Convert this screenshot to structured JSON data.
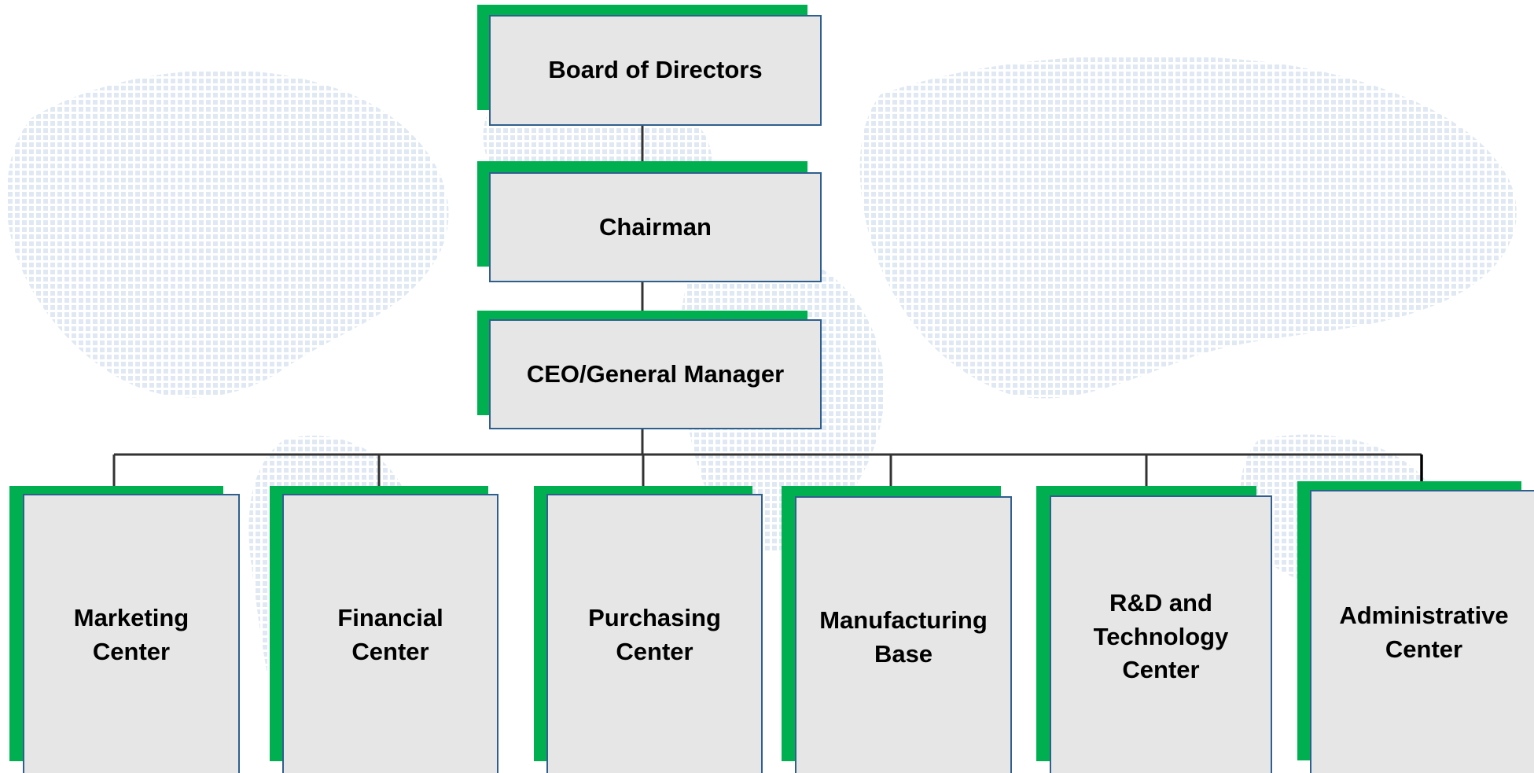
{
  "diagram": {
    "type": "org-chart",
    "colors": {
      "box_fill": "#e6e6e6",
      "box_border": "#2f5f8f",
      "accent_shadow": "#00b050",
      "connector": "#333333",
      "background_map": "#dfe9f3"
    },
    "top_chain": [
      {
        "id": "board",
        "label": "Board of Directors"
      },
      {
        "id": "chairman",
        "label": "Chairman"
      },
      {
        "id": "ceo",
        "label": "CEO/General Manager"
      }
    ],
    "departments": [
      {
        "id": "marketing",
        "label": "Marketing\nCenter"
      },
      {
        "id": "financial",
        "label": "Financial\nCenter"
      },
      {
        "id": "purchasing",
        "label": "Purchasing\nCenter"
      },
      {
        "id": "manufacturing",
        "label": "Manufacturing\nBase"
      },
      {
        "id": "rnd",
        "label": "R&D and\nTechnology\nCenter"
      },
      {
        "id": "administrative",
        "label": "Administrative\nCenter"
      }
    ],
    "edges": [
      [
        "board",
        "chairman"
      ],
      [
        "chairman",
        "ceo"
      ],
      [
        "ceo",
        "marketing"
      ],
      [
        "ceo",
        "financial"
      ],
      [
        "ceo",
        "purchasing"
      ],
      [
        "ceo",
        "manufacturing"
      ],
      [
        "ceo",
        "rnd"
      ],
      [
        "ceo",
        "administrative"
      ]
    ]
  }
}
